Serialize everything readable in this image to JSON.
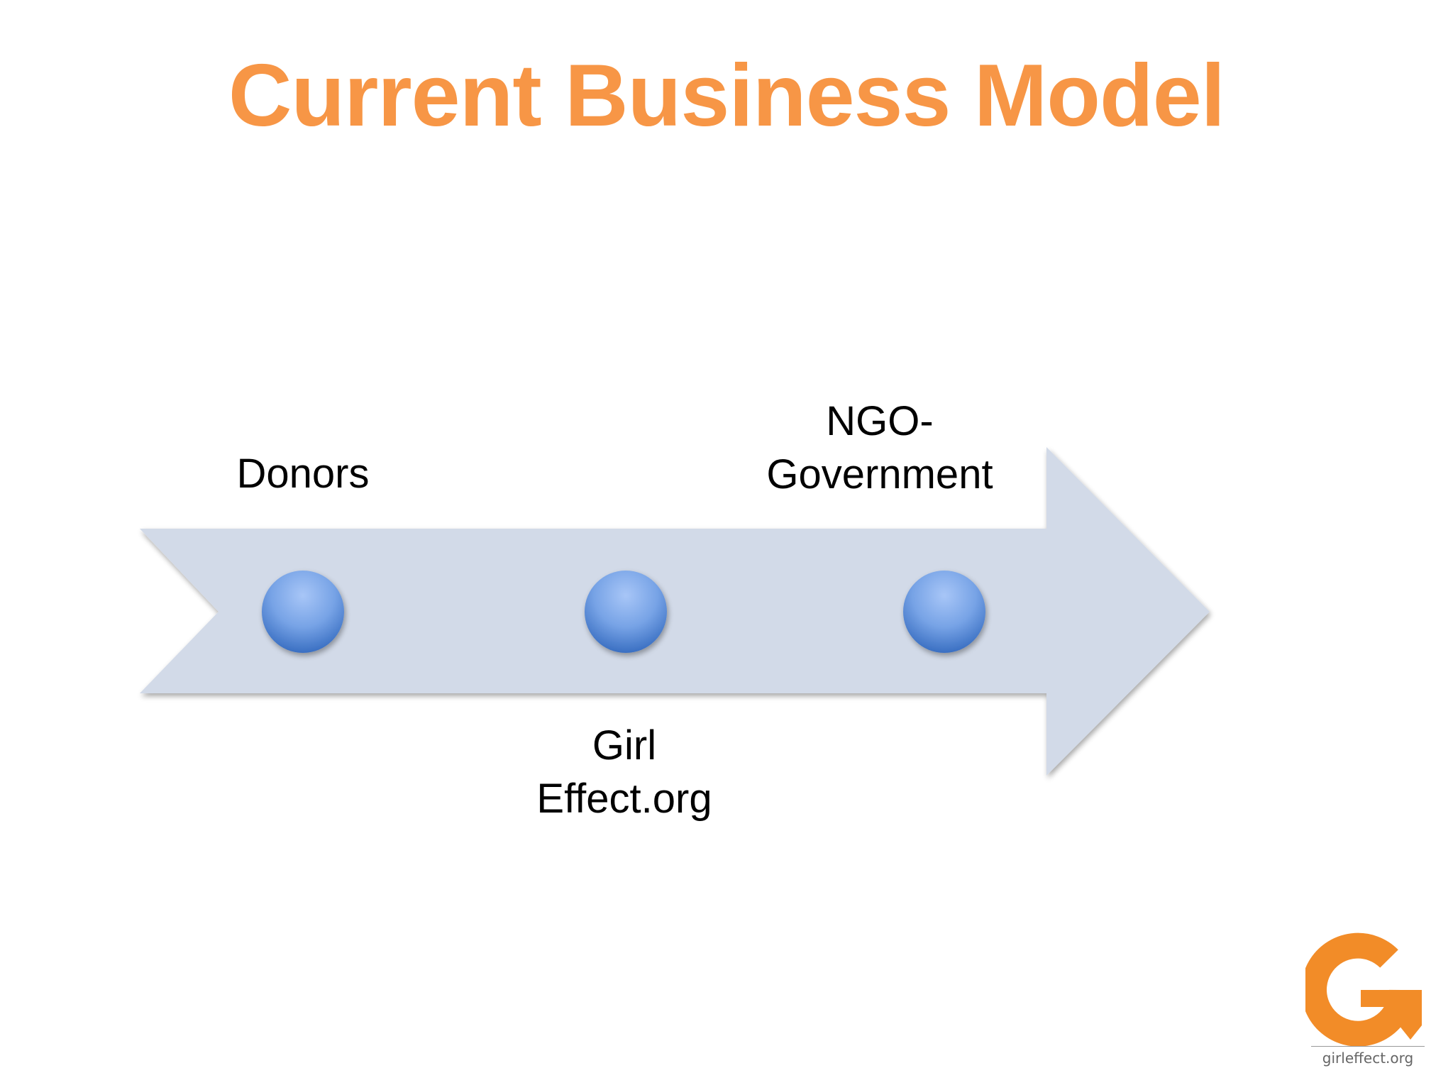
{
  "slide": {
    "title": "Current Business Model"
  },
  "diagram": {
    "nodes": [
      {
        "label": "Donors"
      },
      {
        "label": "NGO-\nGovernment"
      },
      {
        "label": "Girl\nEffect.org"
      }
    ]
  },
  "logo": {
    "caption": "girleffect.org",
    "color": "#f28c28"
  },
  "colors": {
    "title": "#f79646",
    "arrow_fill": "#d2dae8",
    "node_top": "#9bbcf2",
    "node_bottom": "#3f76c9"
  }
}
